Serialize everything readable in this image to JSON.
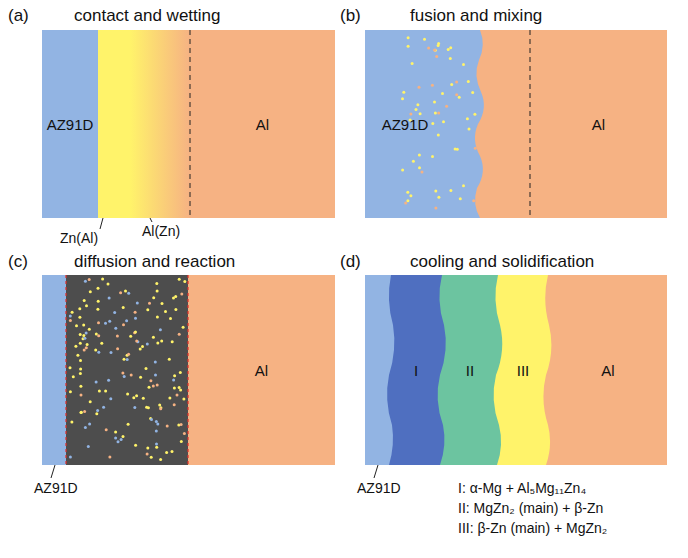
{
  "diagram": {
    "nodes": [
      {
        "text": [
          "AZ91D"
        ]
      },
      {
        "text": [
          "Al"
        ]
      },
      {
        "text": [
          "AZ91D"
        ]
      },
      {
        "text": [
          "Al"
        ]
      },
      {
        "text": [
          "Al"
        ]
      },
      {
        "text": [
          "I"
        ]
      },
      {
        "text": [
          "II"
        ]
      },
      {
        "text": [
          "III"
        ]
      },
      {
        "text": [
          "Al"
        ]
      }
    ],
    "labels": [
      "(a)",
      "contact and wetting",
      "Zn(Al)",
      "Al(Zn)",
      "(b)",
      "fusion and mixing",
      "(c)",
      "diffusion and reaction",
      "AZ91D",
      "(d)",
      "cooling and solidification",
      "AZ91D",
      "I:  α-Mg + Al₅Mg₁₁Zn₄",
      "II: MgZn₂ (main) + β-Zn",
      "III: β-Zn (main) + MgZn₂"
    ]
  }
}
